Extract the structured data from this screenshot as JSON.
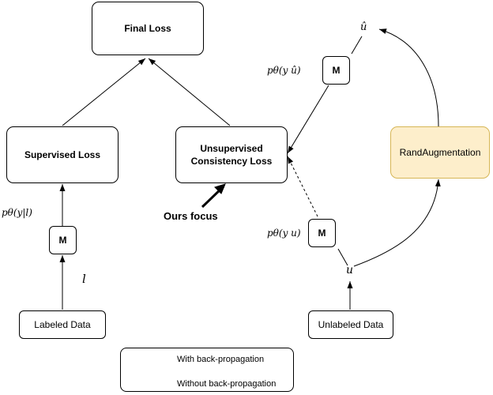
{
  "nodes": {
    "final_loss": "Final Loss",
    "supervised_loss": "Supervised Loss",
    "unsupervised_loss_line1": "Unsupervised",
    "unsupervised_loss_line2": "Consistency Loss",
    "rand_augmentation": "RandAugmentation",
    "labeled_data": "Labeled Data",
    "unlabeled_data": "Unlabeled Data",
    "model_label": "M"
  },
  "labels": {
    "p_y_l": "pθ(y|l)",
    "l": "l",
    "p_y_uhat": "pθ(y û)",
    "uhat": "û",
    "p_y_u": "pθ(y u)",
    "u": "u",
    "ours_focus": "Ours focus"
  },
  "legend": {
    "solid": "With back-propagation",
    "dashed": "Without back-propagation"
  },
  "colors": {
    "rand_aug_fill": "#fdeecb",
    "rand_aug_border": "#d6b656"
  }
}
